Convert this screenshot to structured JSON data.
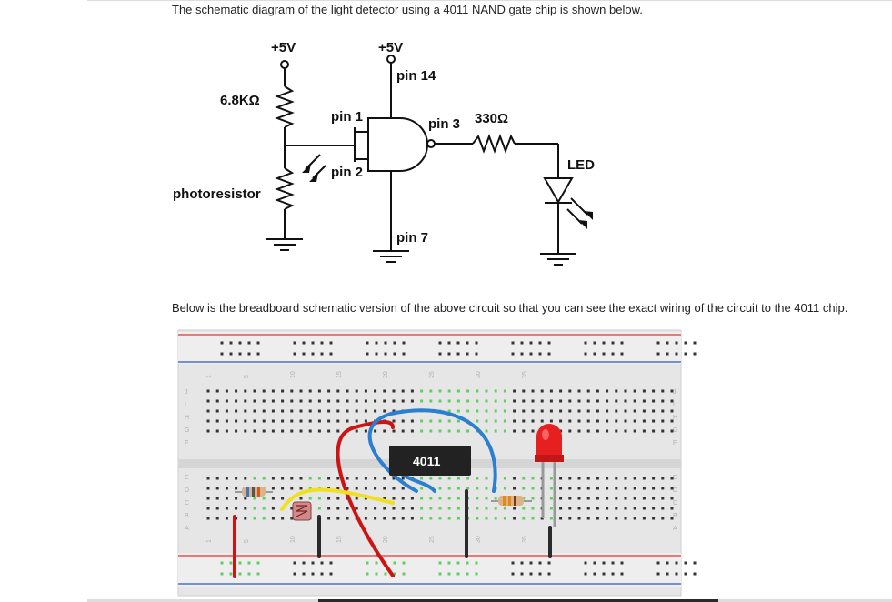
{
  "text": {
    "intro": "The schematic diagram of the light detector using a 4011 NAND gate chip is shown below.",
    "below": "Below is the breadboard schematic version of the above circuit so that you can see the exact wiring of the circuit to the 4011 chip."
  },
  "schematic": {
    "vcc_left": "+5V",
    "vcc_right": "+5V",
    "pin14": "pin 14",
    "resistor_top": "6.8KΩ",
    "pin1": "pin 1",
    "pin2": "pin 2",
    "pin3": "pin 3",
    "resistor_out": "330Ω",
    "led": "LED",
    "photoresistor": "photoresistor",
    "pin7": "pin 7"
  },
  "breadboard": {
    "chip_label": "4011",
    "col_numbers": [
      "1",
      "5",
      "10",
      "15",
      "20",
      "25",
      "30",
      "35"
    ],
    "row_letters_top": [
      "F",
      "G",
      "H",
      "I",
      "J"
    ],
    "row_letters_bottom": [
      "A",
      "B",
      "C",
      "D",
      "E"
    ]
  },
  "colors": {
    "wire_red": "#cc1414",
    "wire_blue": "#2b7fd0",
    "wire_yellow": "#f0e020",
    "wire_black": "#2a2a2a",
    "rail_red": "#e85050",
    "rail_blue": "#4a70c8",
    "led_red": "#e62020",
    "chip": "#222222",
    "board": "#e7e7e7",
    "hole_active": "#5fd05f"
  }
}
